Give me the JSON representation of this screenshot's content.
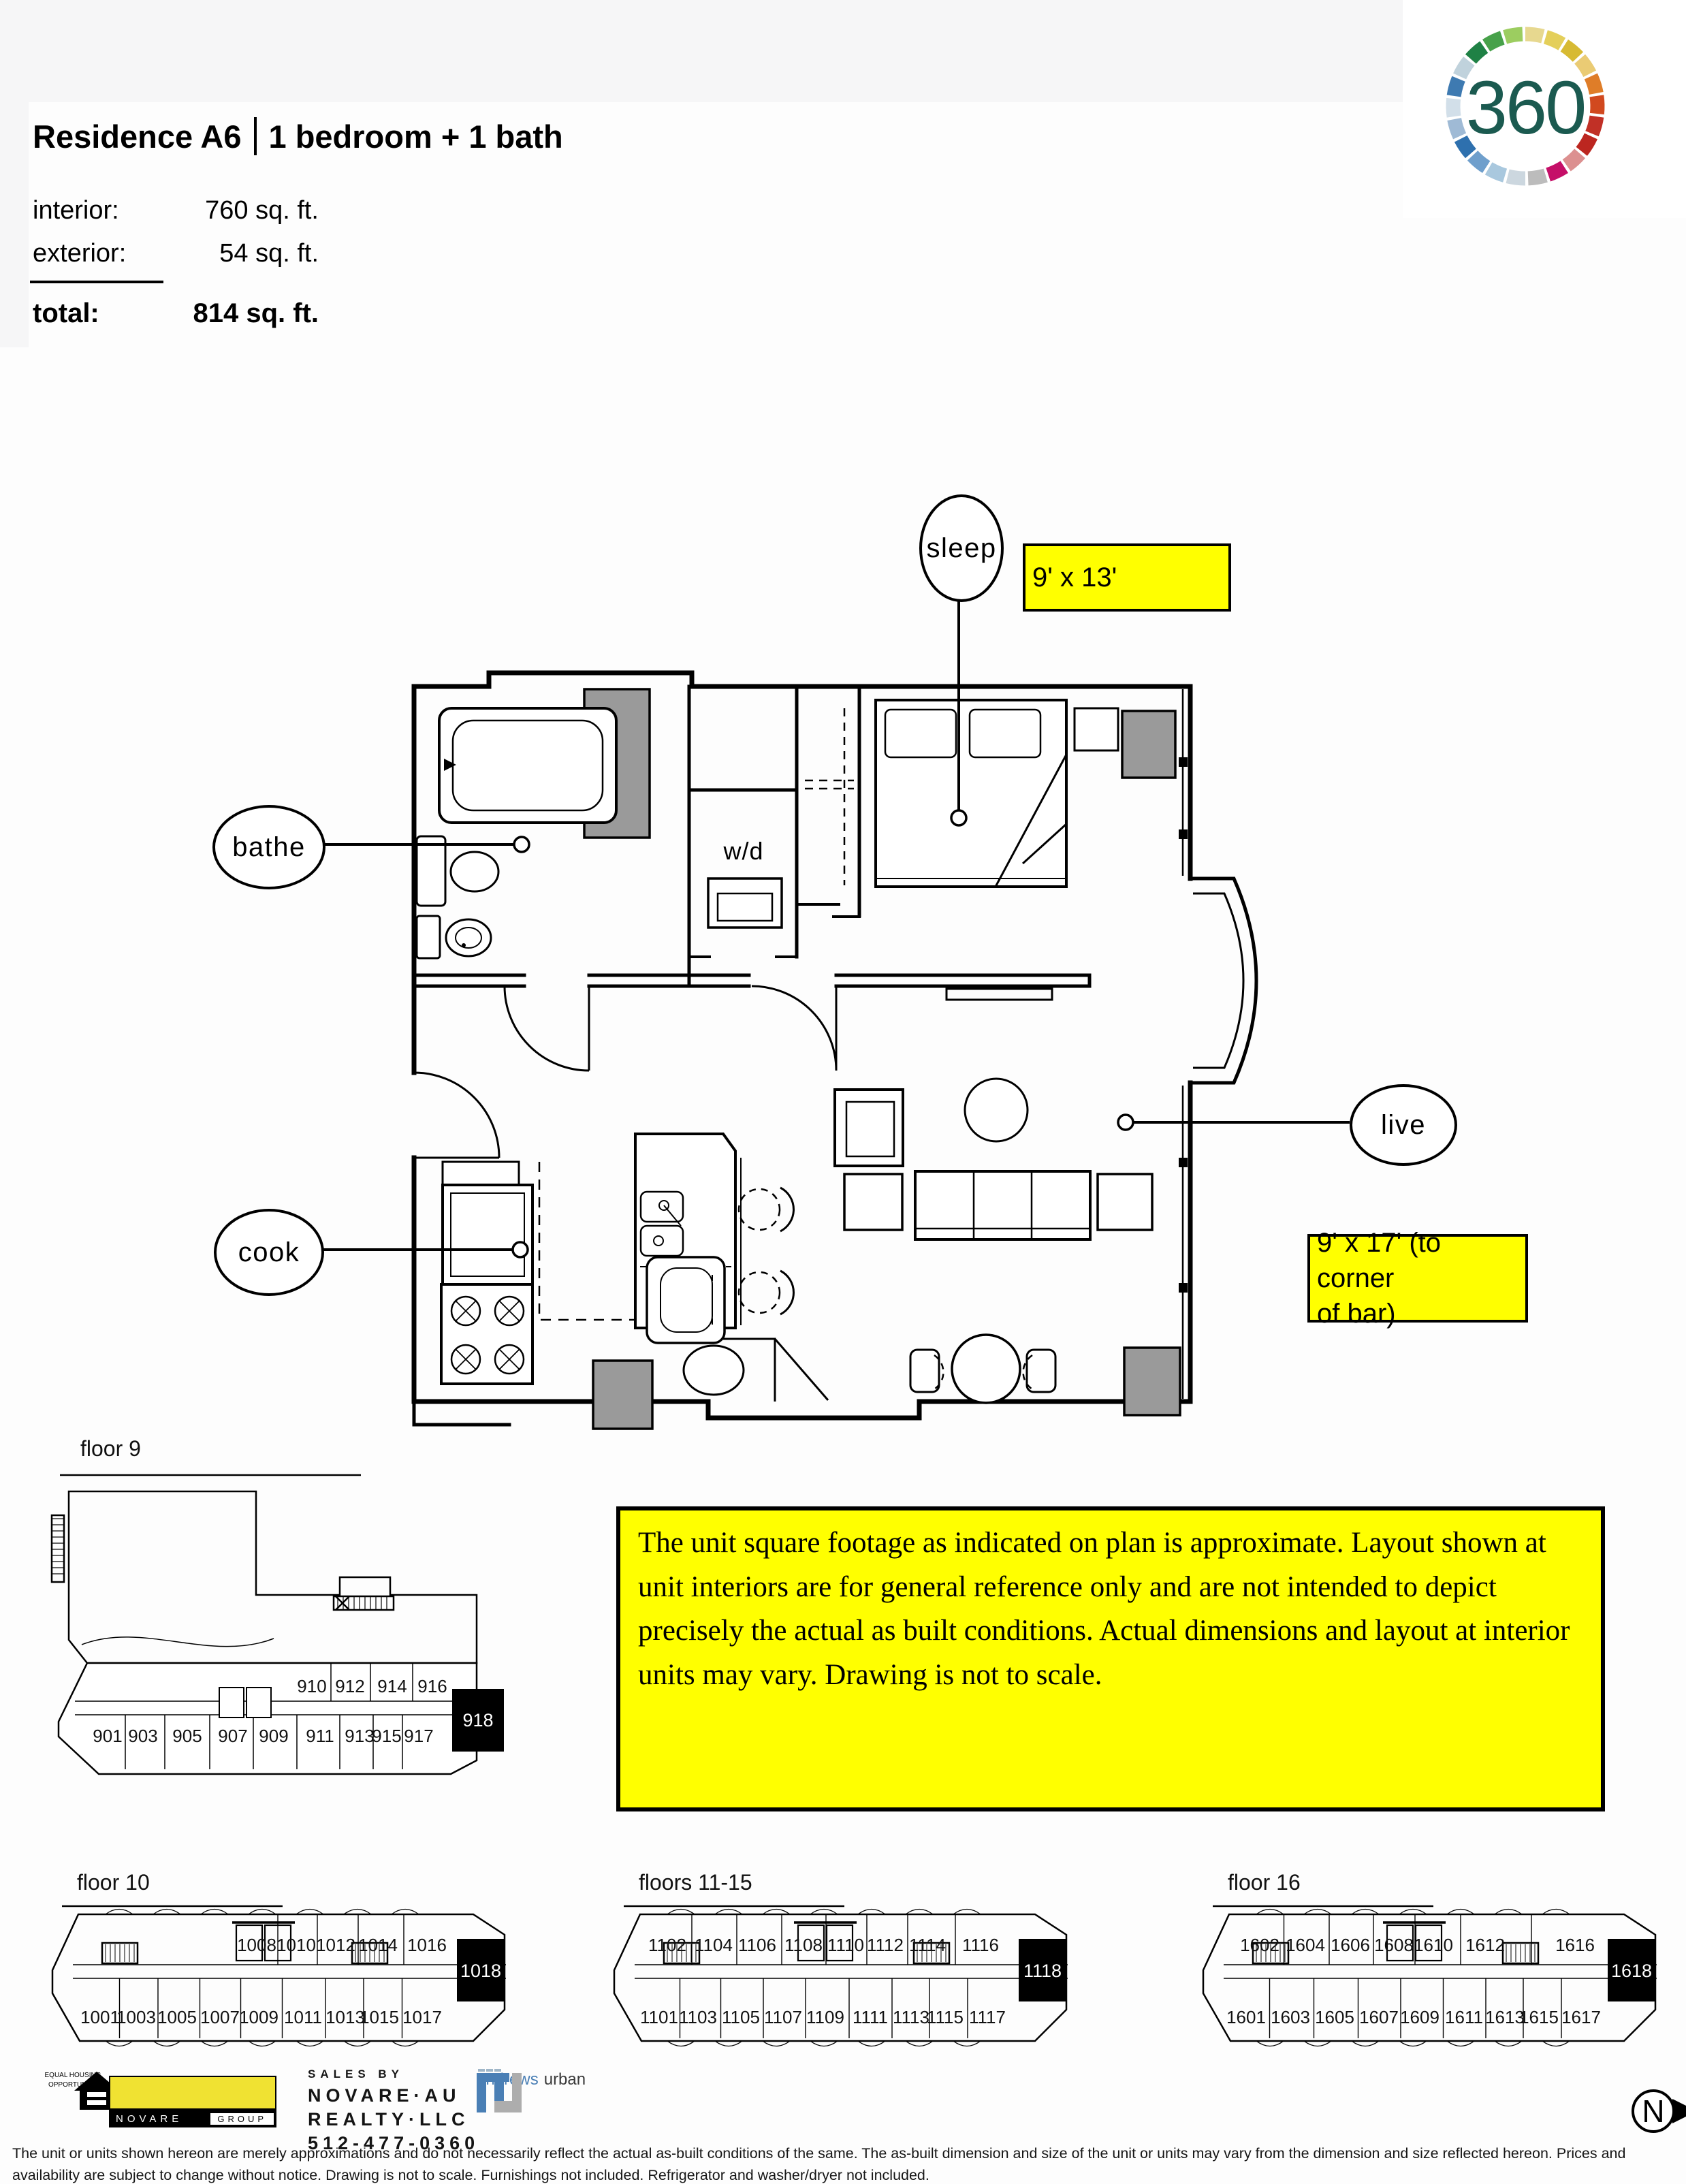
{
  "header": {
    "title_residence": "Residence A6",
    "title_type": "1 bedroom + 1 bath",
    "interior_label": "interior:",
    "interior_value": "760 sq. ft.",
    "exterior_label": "exterior:",
    "exterior_value": "54 sq. ft.",
    "total_label": "total:",
    "total_value": "814 sq. ft."
  },
  "logo": {
    "text": "360",
    "text_color": "#1b5a50",
    "ring_colors": [
      "#e7d88f",
      "#e4cf5a",
      "#d7ba33",
      "#eacb74",
      "#df7d28",
      "#d1491f",
      "#c13026",
      "#bc2620",
      "#dc9090",
      "#c50f68",
      "#bcbcbc",
      "#ccd7df",
      "#a9c8de",
      "#6f9fcc",
      "#2e70ae",
      "#9fbad5",
      "#d2dfe9",
      "#3e7ab1",
      "#c0d2dc",
      "#1f8145",
      "#47a14a",
      "#9ccd60"
    ]
  },
  "plan": {
    "labels": {
      "sleep": "sleep",
      "bathe": "bathe",
      "cook": "cook",
      "live": "live"
    },
    "wd": "w/d",
    "dim_sleep": "9' x 13'",
    "dim_live_1": "9' x 17' (to corner",
    "dim_live_2": "of bar)",
    "column_color": "#9a9a9a",
    "highlight_yellow": "#ffff00"
  },
  "disclaimer": "The unit square footage as indicated on plan is approximate.  Layout shown at unit interiors are for general reference only and are not intended to depict precisely the actual as built conditions.  Actual dimensions and layout at interior units may vary.  Drawing is not to scale.",
  "key_plans": {
    "floors": [
      {
        "label": "floor 9",
        "top_units": [
          "910",
          "912",
          "914",
          "916"
        ],
        "bottom_units": [
          "901",
          "903",
          "905",
          "907",
          "909",
          "911",
          "913",
          "915",
          "917"
        ],
        "highlight": "918"
      },
      {
        "label": "floor 10",
        "top_units": [
          "1008",
          "1010",
          "1012",
          "1014",
          "1016"
        ],
        "bottom_units": [
          "1001",
          "1003",
          "1005",
          "1007",
          "1009",
          "1011",
          "1013",
          "1015",
          "1017"
        ],
        "highlight": "1018"
      },
      {
        "label": "floors 11-15",
        "top_units": [
          "1102",
          "1104",
          "1106",
          "1108",
          "1110",
          "1112",
          "1114",
          "1116"
        ],
        "bottom_units": [
          "1101",
          "1103",
          "1105",
          "1107",
          "1109",
          "1111",
          "1113",
          "1115",
          "1117"
        ],
        "highlight": "1118"
      },
      {
        "label": "floor 16",
        "top_units": [
          "1602",
          "1604",
          "1606",
          "1608",
          "1610",
          "1612",
          "1616"
        ],
        "bottom_units": [
          "1601",
          "1603",
          "1605",
          "1607",
          "1609",
          "1611",
          "1613",
          "1615",
          "1617"
        ],
        "highlight": "1618"
      }
    ]
  },
  "footer": {
    "eho_line1": "EQUAL HOUSING",
    "eho_line2": "OPPORTUNITY",
    "novare_name": "NOVARE",
    "novare_group": "GROUP",
    "sales_line1": "SALES BY",
    "sales_line2": "NOVARE·AU",
    "sales_line3": "REALTY·LLC",
    "sales_line4": "512-477-0360",
    "andrews_word1": "andrews",
    "andrews_word2": "urban",
    "north_label": "N",
    "fine_print": "The unit or units shown hereon are merely approximations and do not necessarily reflect the actual as-built conditions of the same. The as-built dimension and size of the unit or units may vary from the dimension and size reflected hereon. Prices and availability are subject to change without notice. Drawing is not to scale. Furnishings not included. Refrigerator and washer/dryer not included."
  }
}
